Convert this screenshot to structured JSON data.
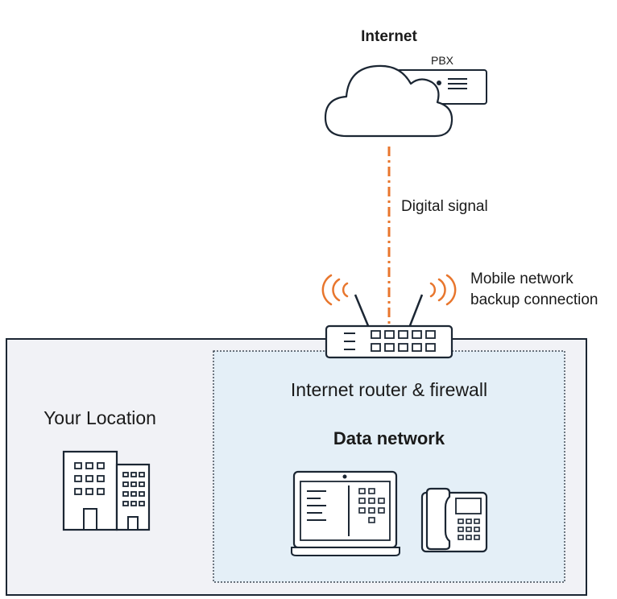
{
  "internet": {
    "title": "Internet",
    "pbx_label": "PBX"
  },
  "connection": {
    "signal_label": "Digital signal"
  },
  "mobile": {
    "line1": "Mobile network",
    "line2": "backup connection"
  },
  "location": {
    "label": "Your Location"
  },
  "network": {
    "router_label": "Internet router & firewall",
    "data_label": "Data network"
  },
  "colors": {
    "accent": "#e8762d",
    "outline": "#1b2633",
    "location_bg": "#f1f2f6",
    "network_bg": "#e4eff7"
  }
}
